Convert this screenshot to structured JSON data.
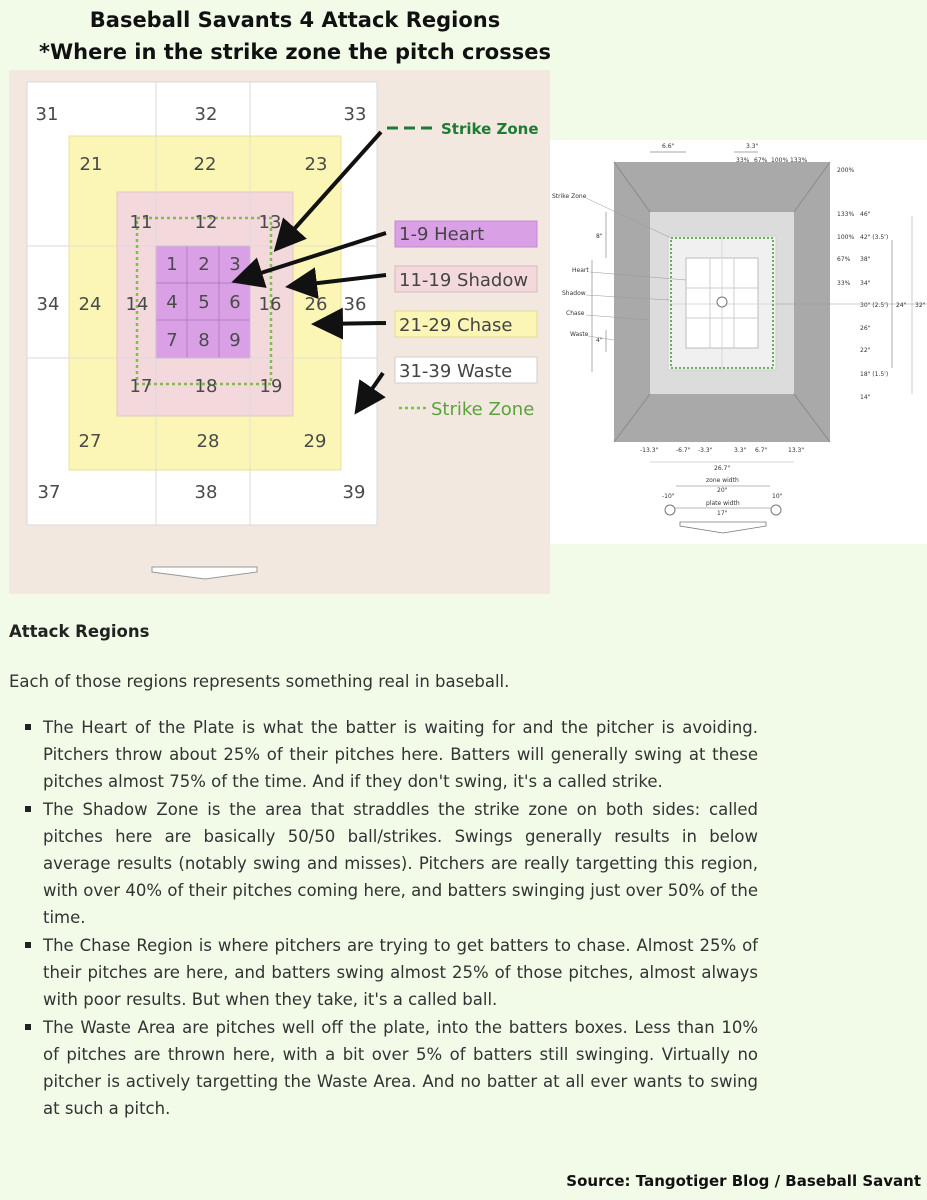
{
  "title_line1": "Baseball Savants 4 Attack Regions",
  "title_line2": "*Where in the strike zone the pitch crosses",
  "zone_grid": {
    "waste_top": [
      "31",
      "32",
      "33"
    ],
    "waste_side": [
      "34",
      "36"
    ],
    "waste_bottom": [
      "37",
      "38",
      "39"
    ],
    "chase_top": [
      "21",
      "22",
      "23"
    ],
    "chase_side": [
      "24",
      "26"
    ],
    "chase_bottom": [
      "27",
      "28",
      "29"
    ],
    "shadow_top": [
      "11",
      "12",
      "13"
    ],
    "shadow_side": [
      "14",
      "16"
    ],
    "shadow_bottom": [
      "17",
      "18",
      "19"
    ],
    "heart": [
      "1",
      "2",
      "3",
      "4",
      "5",
      "6",
      "7",
      "8",
      "9"
    ]
  },
  "legend": {
    "strike_zone_top": "Strike Zone",
    "heart": "1-9 Heart",
    "shadow": "11-19 Shadow",
    "chase": "21-29 Chase",
    "waste": "31-39 Waste",
    "strike_zone_bottom": "Strike Zone"
  },
  "colors": {
    "heart": "#d9a0e6",
    "shadow": "#f3d9dc",
    "chase": "#fbf6b6",
    "waste": "#ffffff",
    "strike_zone_dash_green": "#1e7a34",
    "strike_zone_dot_green": "#7cbf4e"
  },
  "savant_diagram": {
    "top_dims": [
      "6.6\"",
      "3.3\""
    ],
    "top_pcts": [
      "33%",
      "67%",
      "100%",
      "133%"
    ],
    "right_pcts": [
      "200%",
      "133%",
      "100%",
      "67%",
      "33%"
    ],
    "right_inches": [
      "46\"",
      "42\" (3.5')",
      "38\"",
      "34\"",
      "30\" (2.5')",
      "26\"",
      "22\"",
      "18\" (1.5')",
      "14\""
    ],
    "right_side": [
      "24\"",
      "32\""
    ],
    "left_dims": [
      "8\"",
      "4\""
    ],
    "labels": [
      "Strike Zone",
      "Heart",
      "Shadow",
      "Chase",
      "Waste"
    ],
    "bottom_dims": [
      "-13.3\"",
      "-6.7\"",
      "-3.3\"",
      "3.3\"",
      "6.7\"",
      "13.3\""
    ],
    "overall_width": "26.7\"",
    "zone_width_label": "zone width",
    "zone_width": "20\"",
    "plate_width_label": "plate width",
    "plate_width": "17\"",
    "plate_offsets": [
      "-10\"",
      "10\""
    ]
  },
  "article": {
    "heading": "Attack Regions",
    "intro": "Each of those regions represents something real in baseball.",
    "bullets": [
      "The Heart of the Plate is what the batter is waiting for and the pitcher is avoiding. Pitchers throw about 25% of their pitches here. Batters will generally swing at these pitches almost 75% of the time. And if they don't swing, it's a called strike.",
      "The Shadow Zone is the area that straddles the strike zone on both sides: called pitches here are basically 50/50 ball/strikes. Swings generally results in below average results (notably swing and misses). Pitchers are really targetting this region, with over 40% of their pitches coming here, and batters swinging just over 50% of the time.",
      "The Chase Region is where pitchers are trying to get batters to chase. Almost 25% of their pitches are here, and batters swing almost 25% of those pitches, almost always with poor results. But when they take, it's a called ball.",
      "The Waste Area are pitches well off the plate, into the batters boxes. Less than 10% of pitches are thrown here, with a bit over 5% of batters still swinging. Virtually no pitcher is actively targetting the Waste Area. And no batter at all ever wants to swing at such a pitch."
    ]
  },
  "source": "Source: Tangotiger Blog / Baseball Savant"
}
